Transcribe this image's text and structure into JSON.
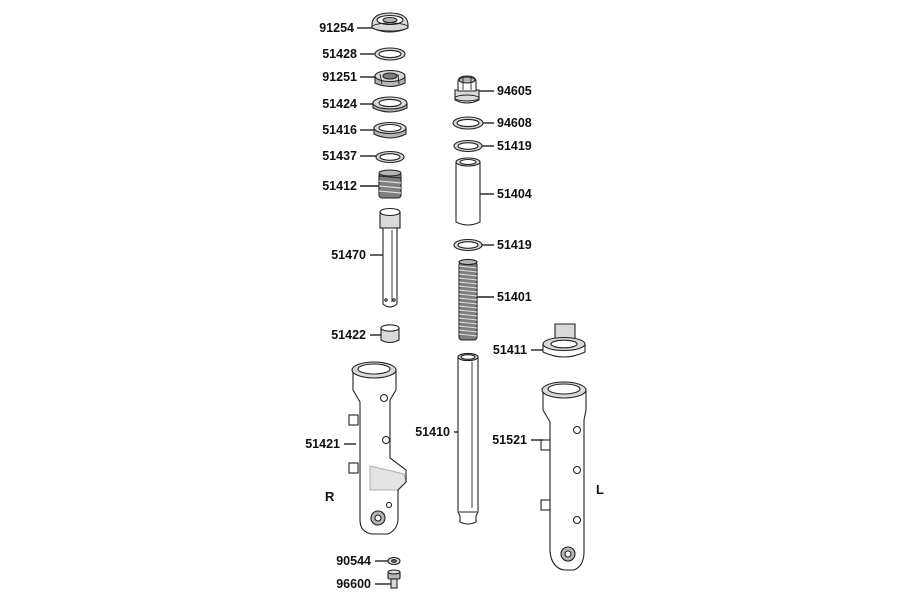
{
  "parts": [
    {
      "key": "p91254",
      "number": "91254"
    },
    {
      "key": "p51428",
      "number": "51428"
    },
    {
      "key": "p91251",
      "number": "91251"
    },
    {
      "key": "p51424",
      "number": "51424"
    },
    {
      "key": "p51416",
      "number": "51416"
    },
    {
      "key": "p51437",
      "number": "51437"
    },
    {
      "key": "p51412",
      "number": "51412"
    },
    {
      "key": "p51470",
      "number": "51470"
    },
    {
      "key": "p51422",
      "number": "51422"
    },
    {
      "key": "p51421",
      "number": "51421"
    },
    {
      "key": "p90544",
      "number": "90544"
    },
    {
      "key": "p96600",
      "number": "96600"
    },
    {
      "key": "p94605",
      "number": "94605"
    },
    {
      "key": "p94608",
      "number": "94608"
    },
    {
      "key": "p51419a",
      "number": "51419"
    },
    {
      "key": "p51404",
      "number": "51404"
    },
    {
      "key": "p51419b",
      "number": "51419"
    },
    {
      "key": "p51401",
      "number": "51401"
    },
    {
      "key": "p51411",
      "number": "51411"
    },
    {
      "key": "p51410",
      "number": "51410"
    },
    {
      "key": "p51521",
      "number": "51521"
    }
  ],
  "sides": {
    "right": "R",
    "left": "L"
  }
}
